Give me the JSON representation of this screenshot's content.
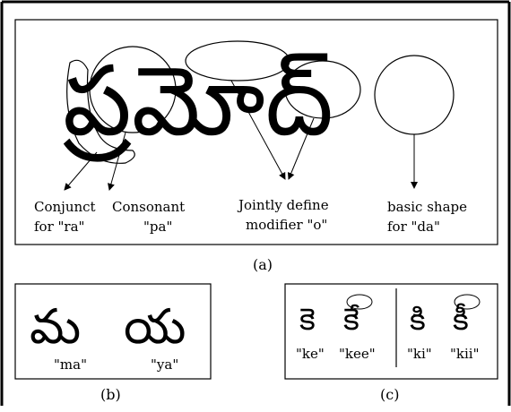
{
  "panel_a": {
    "glyph_text": "ప్రమోద్",
    "labels": {
      "conjunct_line1": "Conjunct",
      "conjunct_line2": "for \"ra\"",
      "consonant_line1": "Consonant",
      "consonant_line2": "\"pa\"",
      "modifier_line1": "Jointly define",
      "modifier_line2": "modifier \"o\"",
      "basic_line1": "basic shape",
      "basic_line2": "for \"da\""
    },
    "caption": "(a)"
  },
  "panel_b": {
    "glyph_ma": "మ",
    "glyph_ya": "య",
    "label_ma": "\"ma\"",
    "label_ya": "\"ya\"",
    "caption": "(b)"
  },
  "panel_c": {
    "glyph_ke": "కె",
    "glyph_kee": "కే",
    "glyph_ki": "కి",
    "glyph_kii": "కీ",
    "label_ke": "\"ke\"",
    "label_kee": "\"kee\"",
    "label_ki": "\"ki\"",
    "label_kii": "\"kii\"",
    "caption": "(c)"
  }
}
